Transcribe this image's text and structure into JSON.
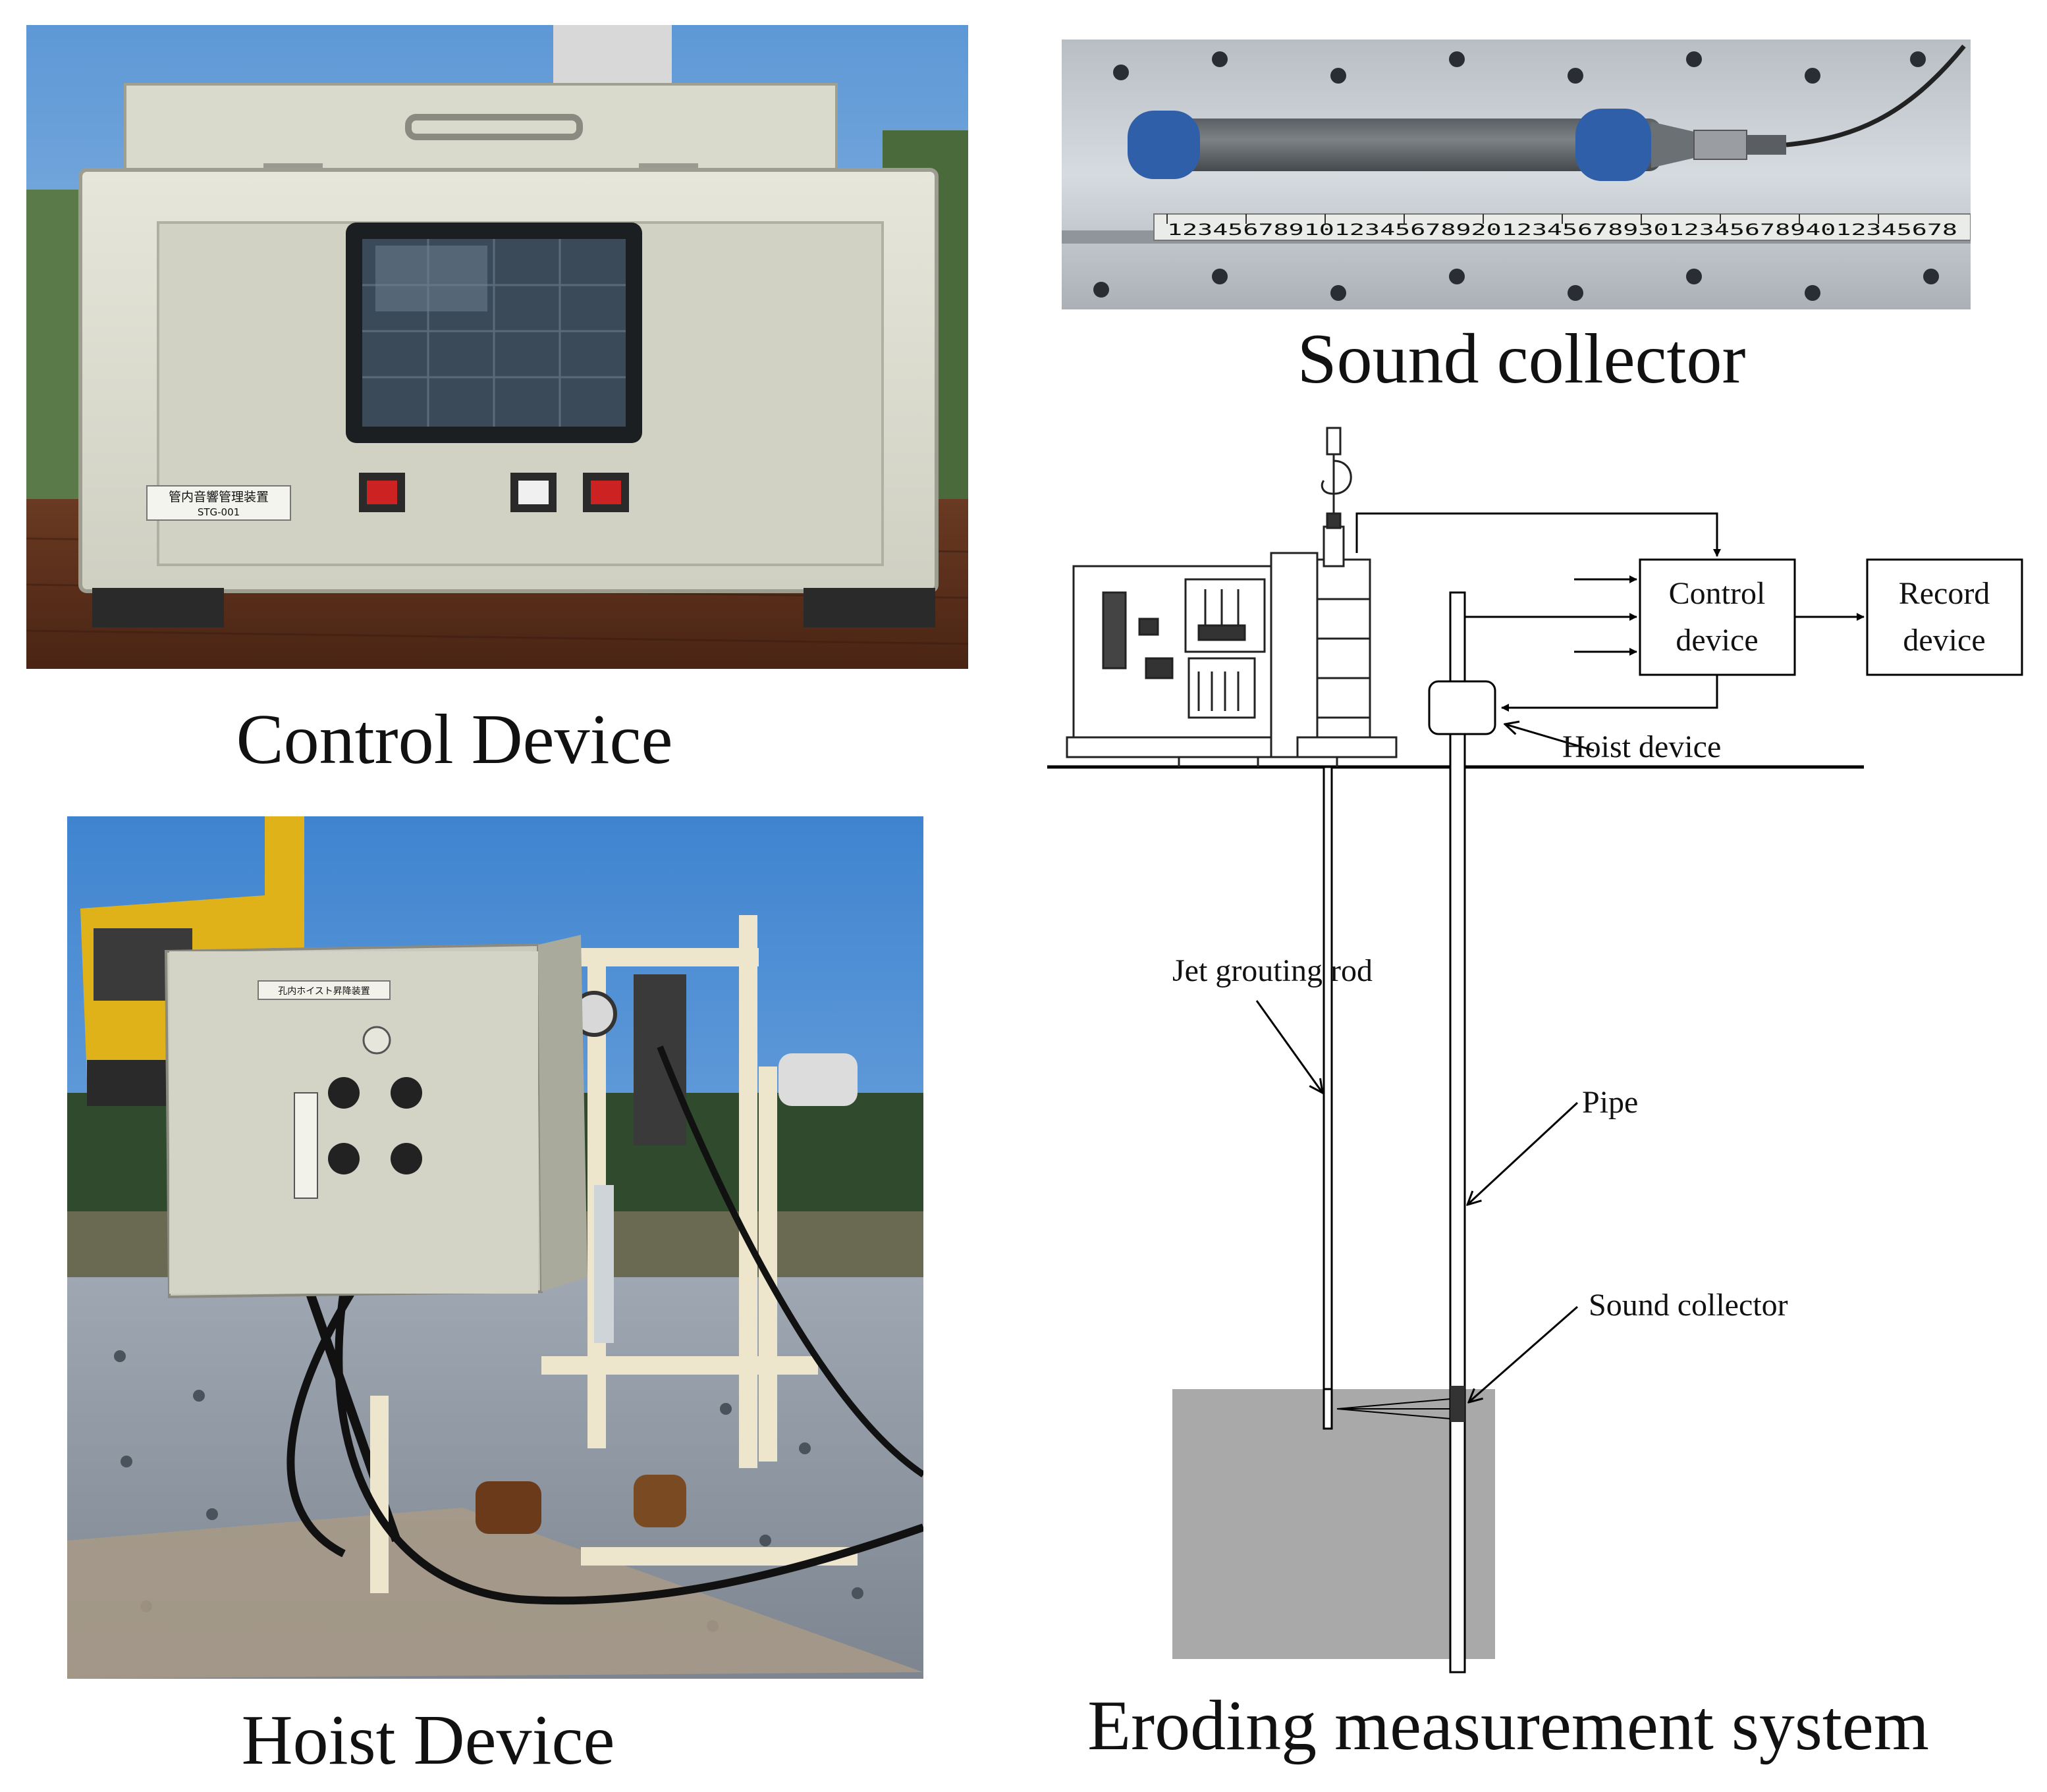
{
  "captions": {
    "control_device": "Control Device",
    "sound_collector": "Sound collector",
    "hoist_device": "Hoist Device",
    "eroding_system": "Eroding measurement system"
  },
  "device_panel": {
    "nameplate_line1": "管内音響管理装置",
    "nameplate_line2": "STG-001"
  },
  "hoist_panel": {
    "nameplate": "孔内ホイスト昇降装置"
  },
  "ruler": {
    "digits": "1234567891012345678920123456789301234567894012345678"
  },
  "diagram": {
    "control_device_label_1": "Control",
    "control_device_label_2": "device",
    "record_device_label_1": "Record",
    "record_device_label_2": "device",
    "hoist_device_label": "Hoist device",
    "jet_rod_label": "Jet grouting rod",
    "pipe_label": "Pipe",
    "sound_collector_label": "Sound collector"
  },
  "colors": {
    "device_body": "#dcdcd0",
    "screen": "#3a4a58",
    "ground_block": "#a9a9a9",
    "crane_yellow": "#e0b21a",
    "sky": "#6fa6dc"
  }
}
